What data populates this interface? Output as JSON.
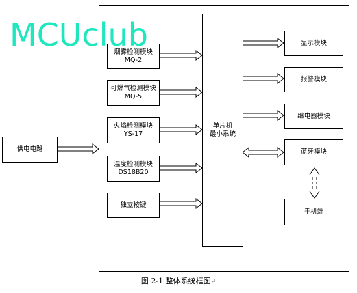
{
  "watermark": "MCUclub",
  "blocks": {
    "power": "供电电路",
    "smoke_name": "烟雾检测模块",
    "smoke_model": "MQ-2",
    "gas_name": "可燃气检测模块",
    "gas_model": "MQ-5",
    "flame_name": "火焰检测模块",
    "flame_model": "YS-17",
    "temp_name": "温度检测模块",
    "temp_model": "DS18B20",
    "button": "独立按键",
    "mcu_line1": "单片机",
    "mcu_line2": "最小系统",
    "display": "显示模块",
    "alarm": "报警模块",
    "relay": "继电器模块",
    "bluetooth": "蓝牙模块",
    "phone": "手机端"
  },
  "caption": {
    "text": "图 2-1  整体系统框图",
    "mark": "↵"
  }
}
